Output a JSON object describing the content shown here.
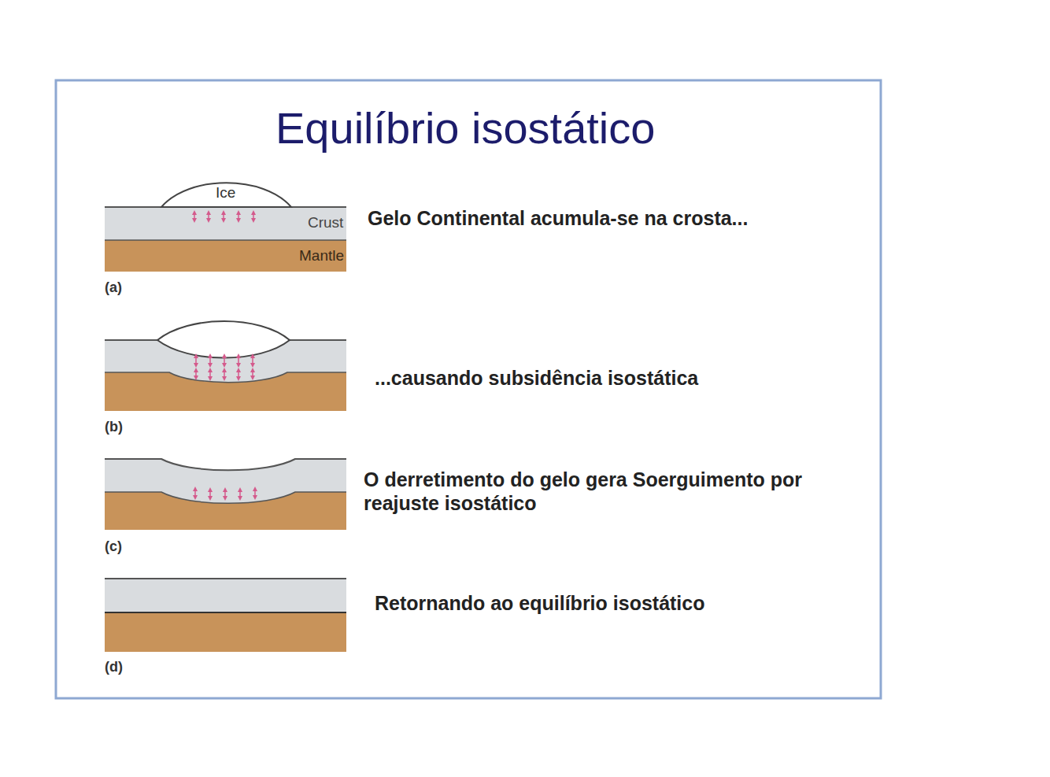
{
  "diagram": {
    "title": "Equilíbrio isostático",
    "labels": [
      "Ice",
      "Crust",
      "Mantle",
      "(a)",
      "Gelo Continental acumula-se na crosta...",
      "(b)",
      "...causando subsidência isostática",
      "(c)",
      "O derretimento do gelo gera Soerguimento por reajuste isostático",
      "(d)",
      "Retornando ao equilíbrio isostático"
    ]
  }
}
